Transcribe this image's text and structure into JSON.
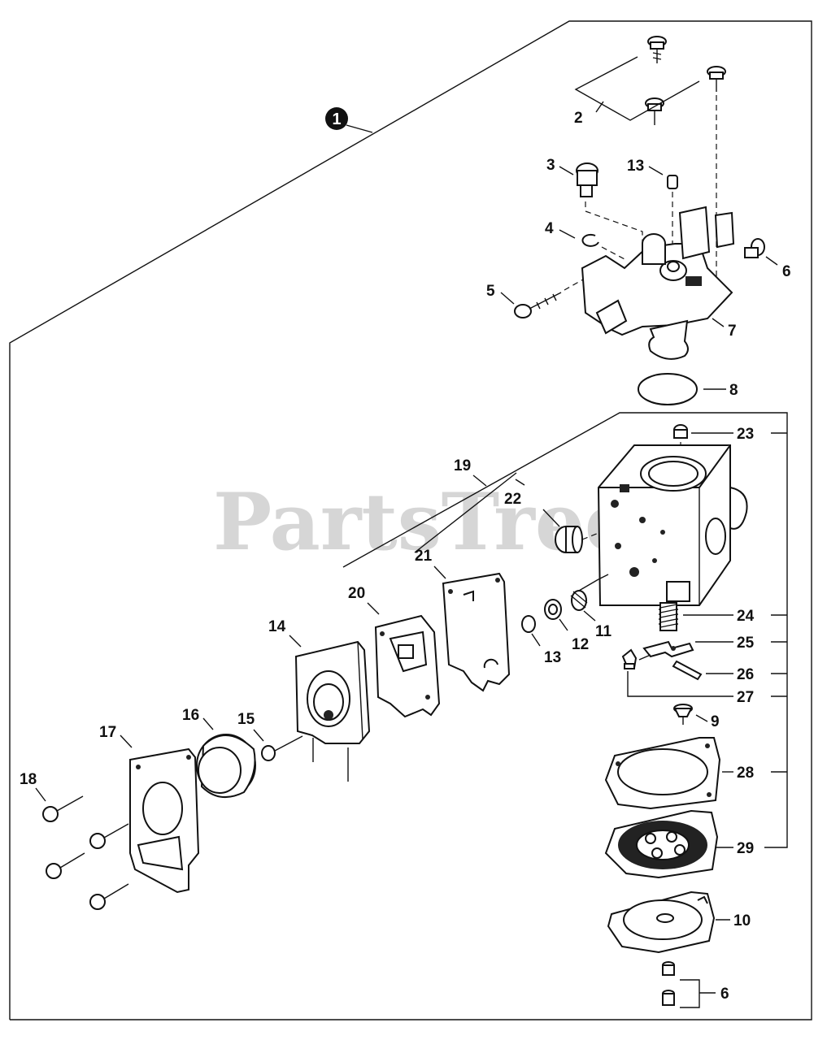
{
  "watermark": "PartsTree",
  "assembly_badge": "1",
  "callouts": {
    "c2": "2",
    "c3": "3",
    "c4": "4",
    "c5": "5",
    "c6a": "6",
    "c7": "7",
    "c8": "8",
    "c9": "9",
    "c10": "10",
    "c11": "11",
    "c12": "12",
    "c13a": "13",
    "c13b": "13",
    "c14": "14",
    "c15": "15",
    "c16": "16",
    "c17": "17",
    "c18": "18",
    "c19": "19",
    "c20": "20",
    "c21": "21",
    "c22": "22",
    "c23": "23",
    "c24": "24",
    "c25": "25",
    "c26": "26",
    "c27": "27",
    "c28": "28",
    "c29": "29",
    "c6b": "6"
  }
}
